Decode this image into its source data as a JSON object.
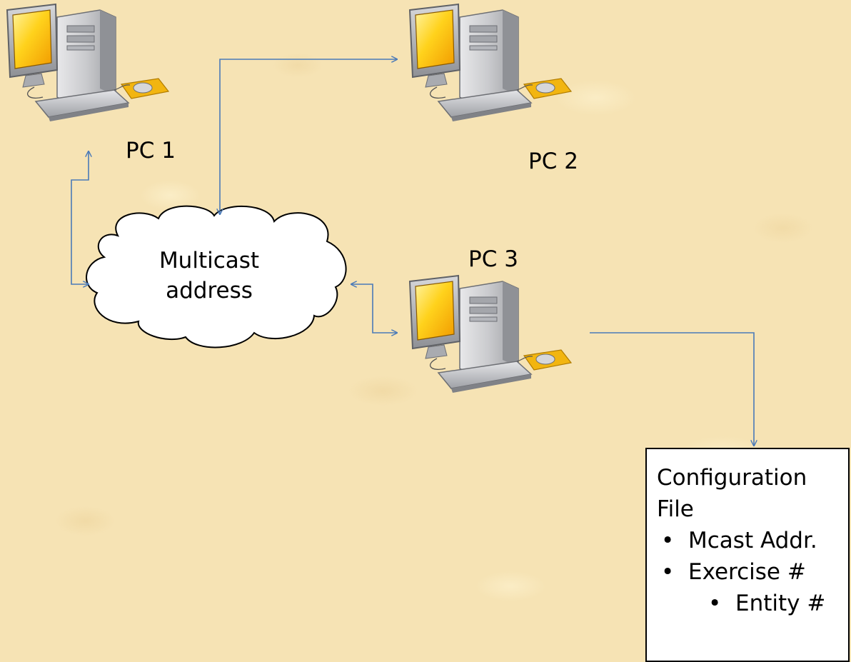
{
  "nodes": {
    "pc1": {
      "label": "PC 1",
      "icon": "desktop-computer-icon"
    },
    "pc2": {
      "label": "PC 2",
      "icon": "desktop-computer-icon"
    },
    "pc3": {
      "label": "PC 3",
      "icon": "desktop-computer-icon"
    }
  },
  "cloud": {
    "line1": "Multicast",
    "line2": "address",
    "icon": "cloud-icon"
  },
  "config_file": {
    "title_line1": "Configuration",
    "title_line2": "File",
    "items": [
      "Mcast Addr.",
      "Exercise #"
    ],
    "subitems": [
      "Entity #"
    ]
  },
  "colors": {
    "connector": "#4a7ab8",
    "background": "#f6e3b4",
    "screen": "#f5b800"
  }
}
